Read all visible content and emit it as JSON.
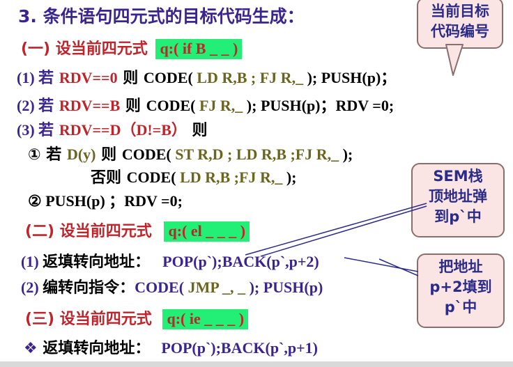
{
  "title": "3. 条件语句四元式的目标代码生成：",
  "callouts": {
    "top": [
      "当前目标",
      "代码编号"
    ],
    "sem": [
      "SEM栈",
      "顶地址弹",
      "到p`中"
    ],
    "addr": [
      "把地址",
      "p+2填到",
      "p`中"
    ]
  },
  "sec1": {
    "label": "(一) 设当前四元式",
    "quad": "q:( if B _ _ )"
  },
  "r1": {
    "num": "(1) ",
    "ruo": "若 ",
    "cond": "RDV==0",
    "ze": " 则 ",
    "code": "CODE(",
    "args": " LD R,B ; FJ R,_ ",
    "tail": "); PUSH(p)；"
  },
  "r2": {
    "num": "(2) ",
    "ruo": "若 ",
    "cond": "RDV==B",
    "ze": " 则 ",
    "code": "CODE(",
    "args": " FJ R,_ ",
    "tail": "); PUSH(p)；RDV =0;"
  },
  "r3": {
    "num": "(3) ",
    "ruo": "若 ",
    "cond": "RDV==D（D!=B）",
    "ze": " 则"
  },
  "r3a": {
    "num": "① 若 ",
    "cond": "D(y)",
    "ze": " 则 ",
    "code": "CODE(",
    "args": " ST R,D ; LD R,B ;FJ R,_ ",
    "tail": ");"
  },
  "r3b": {
    "fou": "否则 ",
    "code": "CODE(",
    "args": " LD R,B ;FJ R,_ ",
    "tail": ");"
  },
  "r3c": {
    "text": "② PUSH(p) ；RDV =0;"
  },
  "sec2": {
    "label": "(二) 设当前四元式",
    "quad": "q:( el _ _ _ )"
  },
  "s2a": {
    "num": "(1) ",
    "label": "返填转向地址：",
    "code": "POP(p`);BACK(p`,p+2)"
  },
  "s2b": {
    "num": "(2) ",
    "label": "编转向指令：",
    "code": "CODE(",
    "args": " JMP _, _ ",
    "tail": "); PUSH(p)"
  },
  "sec3": {
    "label": "(三) 设当前四元式",
    "quad": "q:( ie _ _ _ )"
  },
  "s3": {
    "bullet": "❖ ",
    "label": "返填转向地址：",
    "code": "POP(p`);BACK(p`,p+1)"
  }
}
